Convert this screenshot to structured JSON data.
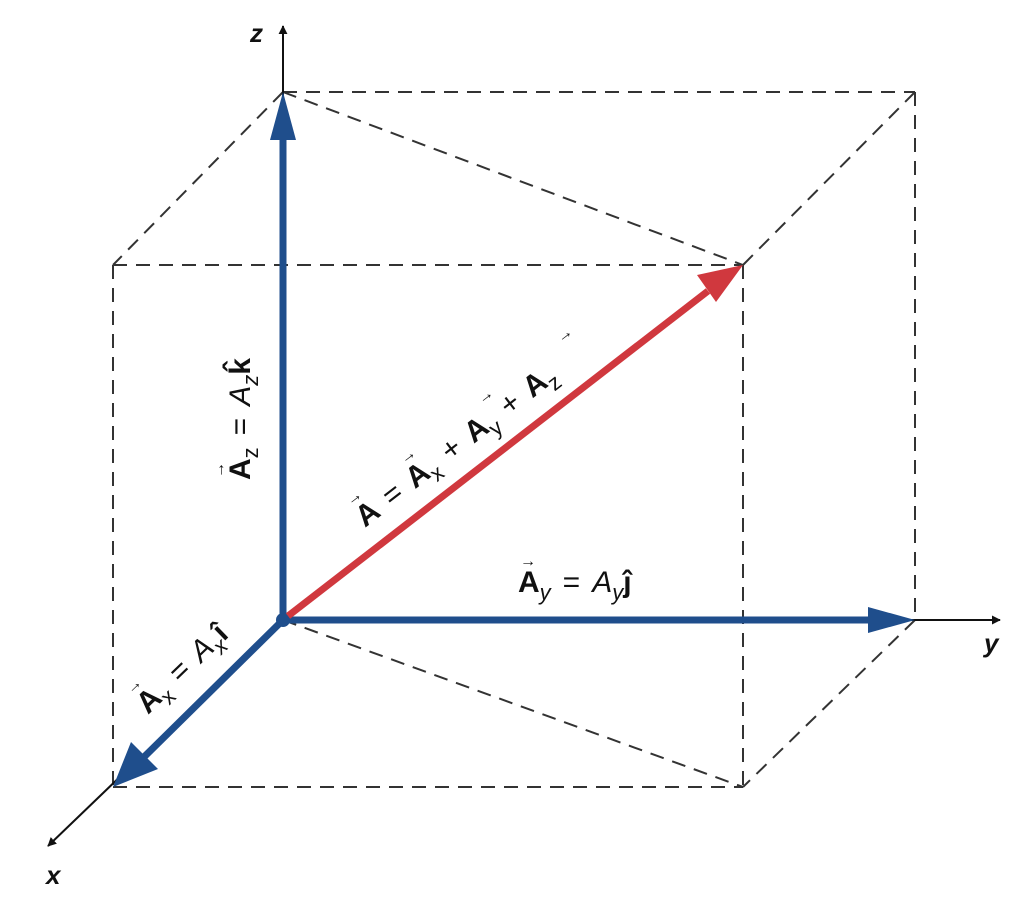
{
  "figure": {
    "description": "Vector A decomposed into its x, y, z components along a rectangular box",
    "colors": {
      "component_vector": "#1f4e8c",
      "resultant_vector": "#d0383e",
      "axis": "#111111",
      "dashed_box": "#333333",
      "background": "#ffffff"
    }
  },
  "axes": {
    "x": {
      "label": "x"
    },
    "y": {
      "label": "y"
    },
    "z": {
      "label": "z"
    }
  },
  "vectors": {
    "Ax": {
      "symbol": "A",
      "sub": "x",
      "rhs_coef": "A",
      "rhs_sub": "x",
      "unit": "î",
      "color_key": "component_vector"
    },
    "Ay": {
      "symbol": "A",
      "sub": "y",
      "rhs_coef": "A",
      "rhs_sub": "y",
      "unit": "ĵ",
      "color_key": "component_vector"
    },
    "Az": {
      "symbol": "A",
      "sub": "z",
      "rhs_coef": "A",
      "rhs_sub": "z",
      "unit": "k̂",
      "color_key": "component_vector"
    },
    "A": {
      "symbol": "A",
      "eq": "=",
      "plus": "+",
      "terms": [
        {
          "symbol": "A",
          "sub": "x"
        },
        {
          "symbol": "A",
          "sub": "y"
        },
        {
          "symbol": "A",
          "sub": "z"
        }
      ],
      "color_key": "resultant_vector"
    }
  },
  "labels": {
    "equals": "=",
    "plus": "+",
    "arrow": "→"
  }
}
